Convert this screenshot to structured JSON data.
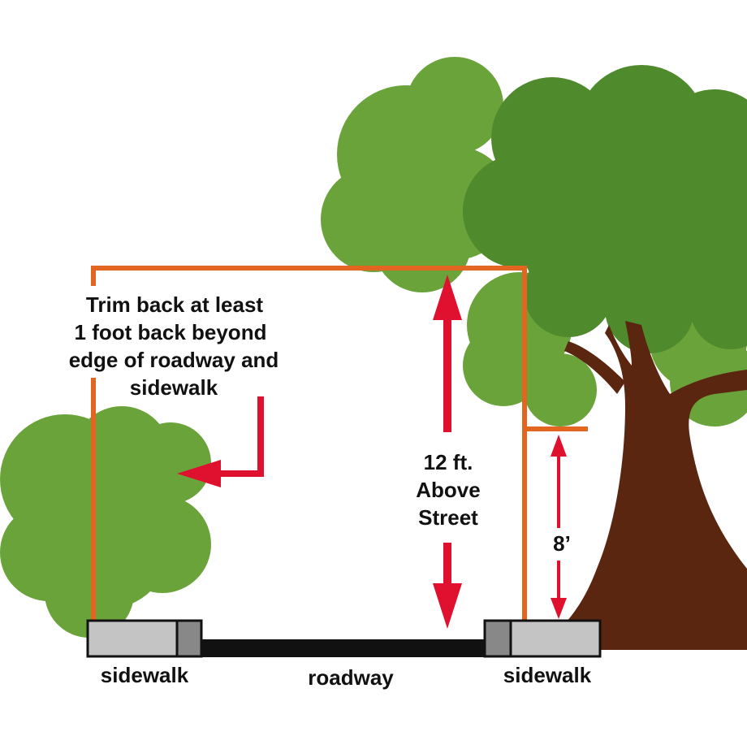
{
  "labels": {
    "trim_line1": "Trim back at least",
    "trim_line2": "1 foot back beyond",
    "trim_line3": "edge of roadway and",
    "trim_line4": "sidewalk",
    "height12_line1": "12 ft.",
    "height12_line2": "Above",
    "height12_line3": "Street",
    "height8": "8’",
    "sidewalk_left": "sidewalk",
    "roadway": "roadway",
    "sidewalk_right": "sidewalk"
  },
  "colors": {
    "clearance_line": "#e2661f",
    "arrow": "#e0102f",
    "foliage_light": "#6aa33a",
    "foliage_dark": "#4f8a2d",
    "trunk": "#5a2610",
    "sidewalk_slab": "#c4c4c4",
    "curb": "#888888",
    "road": "#111111"
  }
}
